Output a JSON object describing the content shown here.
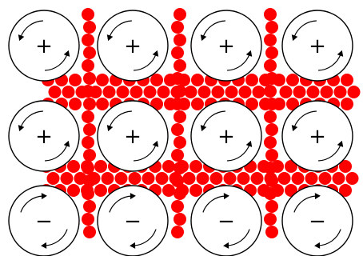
{
  "colors": {
    "background": "#ffffff",
    "particle": "#ff0000",
    "outline": "#000000"
  },
  "cells": [
    {
      "sign": "+",
      "rotation": "counterclockwise"
    },
    {
      "sign": "+",
      "rotation": "counterclockwise"
    },
    {
      "sign": "+",
      "rotation": "counterclockwise"
    },
    {
      "sign": "+",
      "rotation": "counterclockwise"
    },
    {
      "sign": "+",
      "rotation": "counterclockwise"
    },
    {
      "sign": "+",
      "rotation": "counterclockwise"
    },
    {
      "sign": "+",
      "rotation": "counterclockwise"
    },
    {
      "sign": "+",
      "rotation": "counterclockwise"
    },
    {
      "sign": "−",
      "rotation": "clockwise"
    },
    {
      "sign": "−",
      "rotation": "clockwise"
    },
    {
      "sign": "−",
      "rotation": "clockwise"
    },
    {
      "sign": "−",
      "rotation": "clockwise"
    }
  ]
}
